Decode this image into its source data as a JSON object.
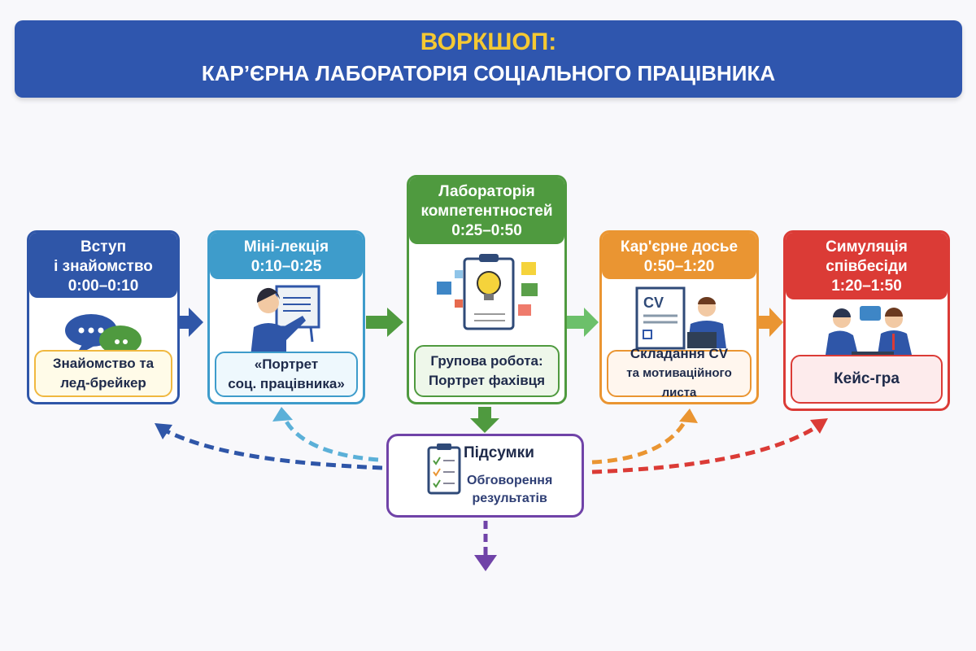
{
  "header": {
    "line1": "ВОРКШОП:",
    "line2": "КАР’ЄРНА ЛАБОРАТОРІЯ СОЦІАЛЬНОГО ПРАЦІВНИКА"
  },
  "steps": [
    {
      "title": [
        "Вступ",
        "і знайомство",
        "0:00–0:10"
      ],
      "desc": [
        "Знайомство та",
        "лед-брейкер"
      ],
      "color": "#2f56a8",
      "icon": "chat-bubbles-icon"
    },
    {
      "title": [
        "Міні-лекція",
        "0:10–0:25"
      ],
      "desc": [
        "«Портрет",
        "соц. працівника»"
      ],
      "color": "#3e9ccb",
      "icon": "presenter-icon"
    },
    {
      "title": [
        "Лабораторія",
        "компетентностей",
        "0:25–0:50"
      ],
      "desc": [
        "Групова робота:",
        "Портрет фахівця"
      ],
      "color": "#4f9a3f",
      "icon": "lightbulb-clipboard-icon"
    },
    {
      "title": [
        "Кар'єрне досье",
        "0:50–1:20"
      ],
      "desc": [
        "Складання CV",
        "та мотиваційного листа"
      ],
      "color": "#ea9532",
      "icon": "cv-document-icon"
    },
    {
      "title": [
        "Симуляція",
        "співбесіди",
        "1:20–1:50"
      ],
      "desc": [
        "Кейс-гра"
      ],
      "color": "#db3b36",
      "icon": "interview-icon"
    }
  ],
  "summary": {
    "title": "Підсумки",
    "desc": [
      "Обговорення",
      "результатів"
    ],
    "color": "#7043a8",
    "icon": "checklist-icon"
  }
}
